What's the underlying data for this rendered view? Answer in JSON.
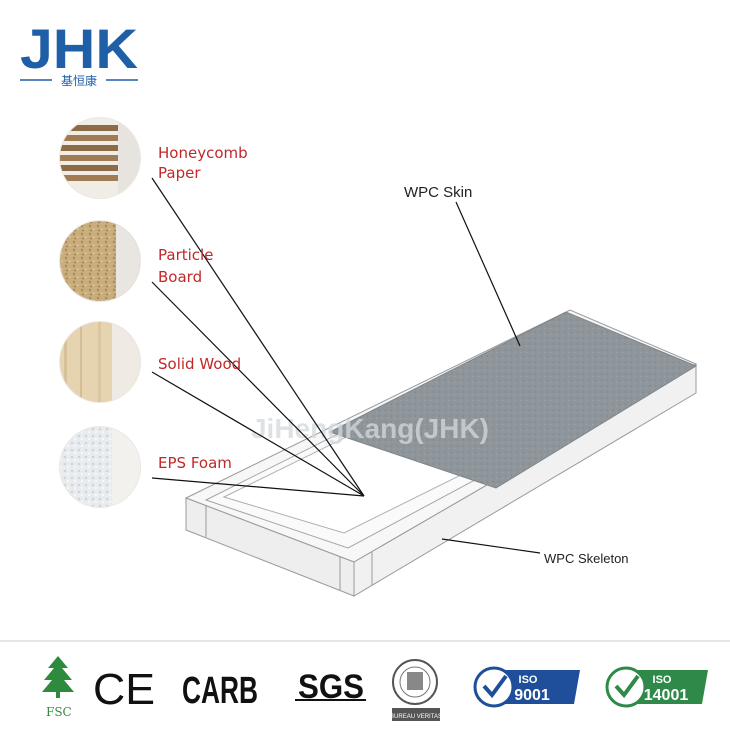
{
  "brand": {
    "logo_text": "JHK",
    "logo_subtitle": "基恒康",
    "brand_color": "#1f5fa8"
  },
  "watermark": "JiHengKang(JHK)",
  "core_materials": [
    {
      "line1": "Honeycomb",
      "line2": "Paper",
      "icon": "honeycomb-paper-sample"
    },
    {
      "line1": "Particle",
      "line2": "Board",
      "icon": "particle-board-sample"
    },
    {
      "line1": "Solid Wood",
      "line2": "",
      "icon": "solid-wood-sample"
    },
    {
      "line1": "EPS Foam",
      "line2": "",
      "icon": "eps-foam-sample"
    }
  ],
  "labels": {
    "wpc_skin": "WPC Skin",
    "wpc_skeleton": "WPC Skeleton"
  },
  "label_color": "#c0282a",
  "certifications": {
    "fsc": "FSC",
    "ce": "CE",
    "carb": "CARB",
    "sgs": "SGS",
    "bureau_veritas": "BUREAU VERITAS",
    "iso9001_top": "ISO",
    "iso9001_num": "9001",
    "iso14001_top": "ISO",
    "iso14001_num": "14001"
  }
}
